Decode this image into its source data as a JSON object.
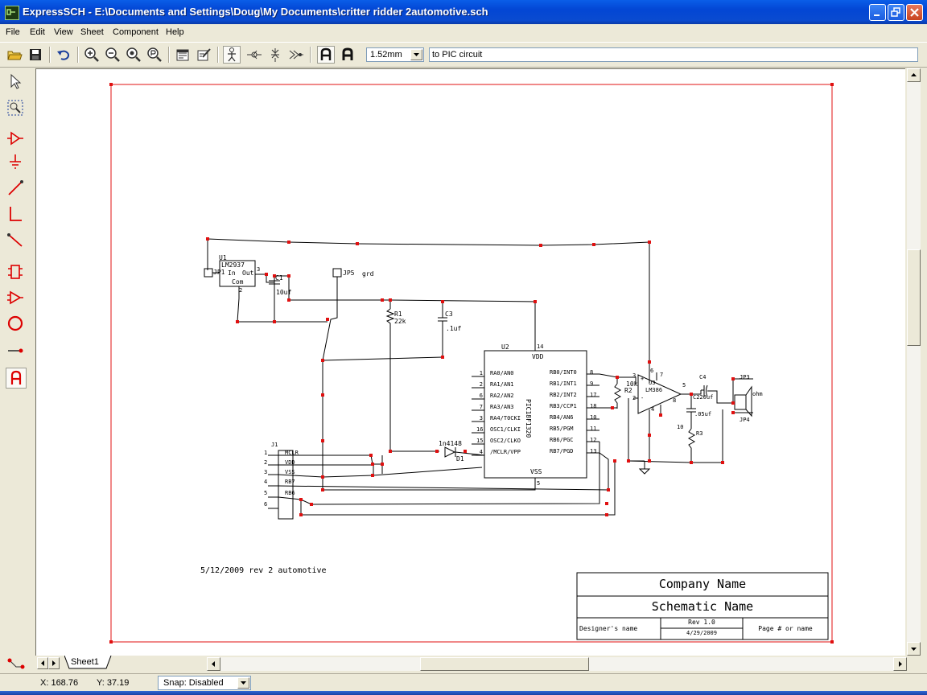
{
  "window": {
    "title": "ExpressSCH - E:\\Documents and Settings\\Doug\\My Documents\\critter ridder 2automotive.sch"
  },
  "menu": [
    "File",
    "Edit",
    "View",
    "Sheet",
    "Component",
    "Help"
  ],
  "toolbar": {
    "grid_size": "1.52mm",
    "text_value": "to PIC circuit"
  },
  "sheet_tab": "Sheet1",
  "status": {
    "x": "X: 168.76",
    "y": "Y: 37.19",
    "snap": "Snap: Disabled"
  },
  "schematic": {
    "u1": {
      "ref": "U1",
      "part": "LM2937",
      "pin_in": "In",
      "pin_out": "Out",
      "pin_com": "Com",
      "pin1": "1",
      "pin2": "2",
      "pin3": "3",
      "jp": "JP1"
    },
    "c1": {
      "ref": "C1",
      "value": "10uf"
    },
    "jp5": {
      "ref": "JP5",
      "label": "grd"
    },
    "r1": {
      "ref": "R1",
      "value": "22k"
    },
    "c3": {
      "ref": "C3",
      "value": ".1uf"
    },
    "u2": {
      "ref": "U2",
      "part": "PIC18F1320",
      "vdd": "VDD",
      "vss": "VSS",
      "pin14": "14",
      "pin5": "5",
      "left_pins": [
        {
          "num": "1",
          "name": "RA0/AN0"
        },
        {
          "num": "2",
          "name": "RA1/AN1"
        },
        {
          "num": "6",
          "name": "RA2/AN2"
        },
        {
          "num": "7",
          "name": "RA3/AN3"
        },
        {
          "num": "3",
          "name": "RA4/T0CKI"
        },
        {
          "num": "16",
          "name": "OSC1/CLKI"
        },
        {
          "num": "15",
          "name": "OSC2/CLKO"
        },
        {
          "num": "4",
          "name": "/MCLR/VPP"
        }
      ],
      "right_pins": [
        {
          "num": "8",
          "name": "RB0/INT0"
        },
        {
          "num": "9",
          "name": "RB1/INT1"
        },
        {
          "num": "17",
          "name": "RB2/INT2"
        },
        {
          "num": "18",
          "name": "RB3/CCP1"
        },
        {
          "num": "10",
          "name": "RB4/AN6"
        },
        {
          "num": "11",
          "name": "RB5/PGM"
        },
        {
          "num": "12",
          "name": "RB6/PGC"
        },
        {
          "num": "13",
          "name": "RB7/PGD"
        }
      ]
    },
    "d1": {
      "ref": "D1",
      "part": "1n4148"
    },
    "j1": {
      "ref": "J1",
      "pins": [
        {
          "num": "1",
          "name": "MCLR"
        },
        {
          "num": "2",
          "name": "VDD"
        },
        {
          "num": "3",
          "name": "VSS"
        },
        {
          "num": "4",
          "name": "RB7"
        },
        {
          "num": "5",
          "name": "RB6"
        },
        {
          "num": "6",
          "name": ""
        }
      ]
    },
    "r2": {
      "ref": "R2",
      "value": "10k"
    },
    "u3": {
      "ref": "U3",
      "part": "LM386",
      "pins": [
        "3",
        "2",
        "6",
        "7",
        "5",
        "4",
        "8",
        "+",
        "-"
      ]
    },
    "c4": {
      "ref": "C4",
      "value": "C220uf"
    },
    "c2": {
      "value": ".05uf"
    },
    "r3": {
      "ref": "R3",
      "value": "10"
    },
    "speaker": {
      "ref_top": "JP3",
      "ref_bottom": "JP4",
      "label": "ohm"
    },
    "note": "5/12/2009 rev 2 automotive",
    "titleblock": {
      "company": "Company Name",
      "schematic": "Schematic Name",
      "designer": "Designer's name",
      "rev": "Rev 1.0",
      "date": "4/29/2009",
      "page": "Page # or name"
    }
  }
}
